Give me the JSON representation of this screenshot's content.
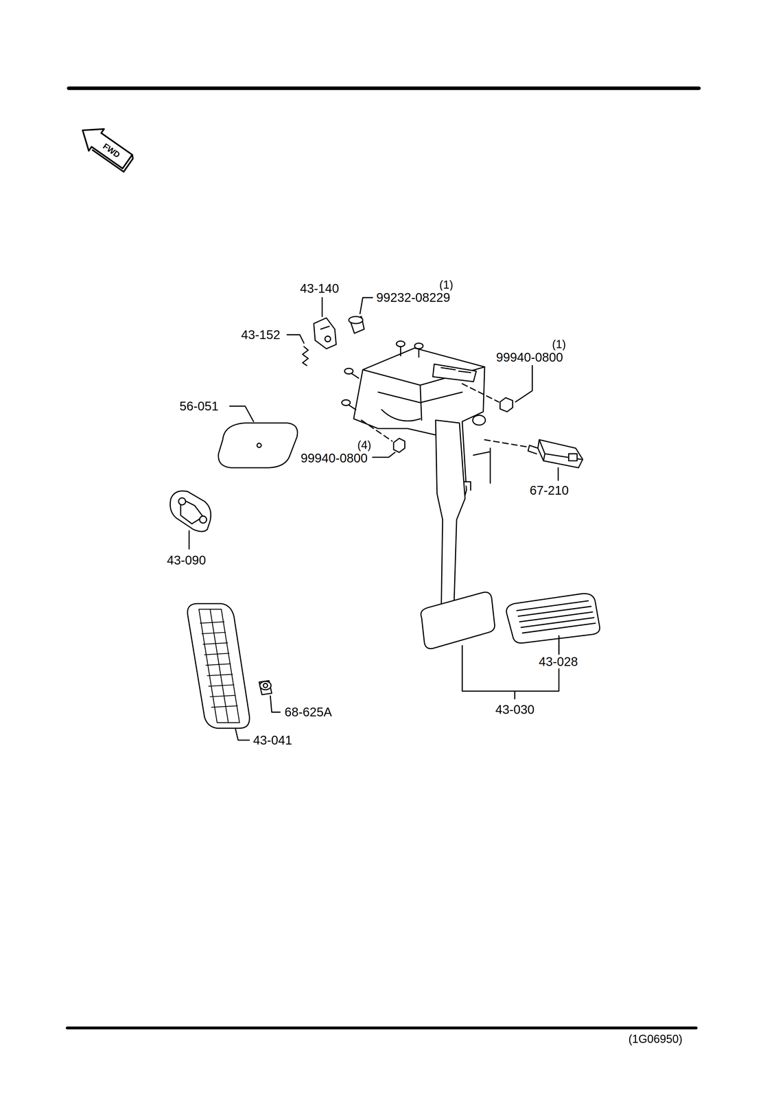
{
  "diagram": {
    "labels": [
      "FWD",
      "43-140",
      "(1)",
      "99232-08229",
      "43-152",
      "(1)",
      "99940-0800",
      "56-051",
      "(4)",
      "99940-0800",
      "67-210",
      "43-090",
      "43-028",
      "43-030",
      "68-625A",
      "43-041",
      "(1G06950)"
    ]
  }
}
